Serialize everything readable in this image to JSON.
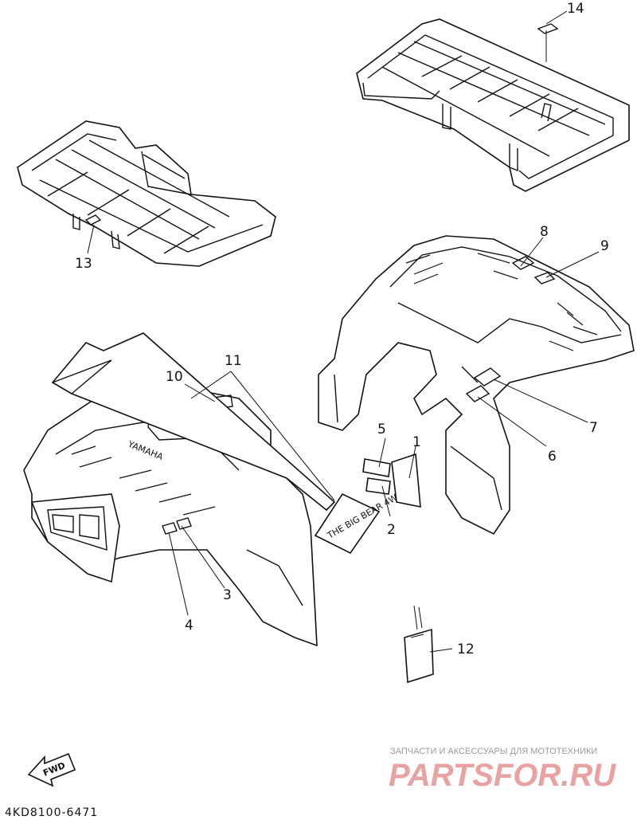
{
  "diagram": {
    "parts": [
      {
        "id": "1",
        "label": "1"
      },
      {
        "id": "2",
        "label": "2"
      },
      {
        "id": "3",
        "label": "3"
      },
      {
        "id": "4",
        "label": "4"
      },
      {
        "id": "5",
        "label": "5"
      },
      {
        "id": "6",
        "label": "6"
      },
      {
        "id": "7",
        "label": "7"
      },
      {
        "id": "8",
        "label": "8"
      },
      {
        "id": "9",
        "label": "9"
      },
      {
        "id": "10",
        "label": "10"
      },
      {
        "id": "11",
        "label": "11"
      },
      {
        "id": "12",
        "label": "12"
      },
      {
        "id": "13",
        "label": "13"
      },
      {
        "id": "14",
        "label": "14"
      }
    ],
    "fender_brand": "YAMAHA",
    "decal_text": "THE BIG BEAR 4WD",
    "fwd_label": "FWD",
    "drawing_code": "4KD8100-6471"
  },
  "watermark": {
    "tagline": "ЗАПЧАСТИ И АКСЕССУАРЫ ДЛЯ МОТОТЕХНИКИ",
    "logo": "PARTSFOR.RU"
  }
}
